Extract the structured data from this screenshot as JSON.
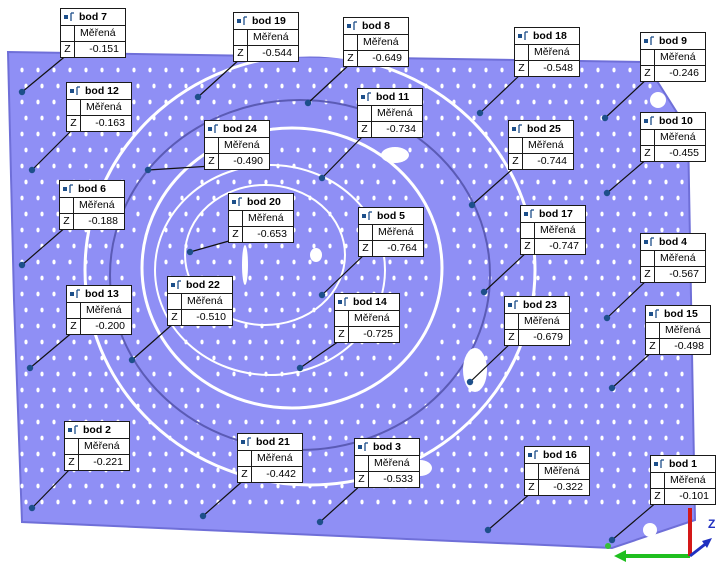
{
  "labels": [
    {
      "name": "bod 7",
      "header": "Měřená",
      "axis": "Z",
      "value": "-0.151"
    },
    {
      "name": "bod 19",
      "header": "Měřená",
      "axis": "Z",
      "value": "-0.544"
    },
    {
      "name": "bod 8",
      "header": "Měřená",
      "axis": "Z",
      "value": "-0.649"
    },
    {
      "name": "bod 18",
      "header": "Měřená",
      "axis": "Z",
      "value": "-0.548"
    },
    {
      "name": "bod 9",
      "header": "Měřená",
      "axis": "Z",
      "value": "-0.246"
    },
    {
      "name": "bod 12",
      "header": "Měřená",
      "axis": "Z",
      "value": "-0.163"
    },
    {
      "name": "bod 11",
      "header": "Měřená",
      "axis": "Z",
      "value": "-0.734"
    },
    {
      "name": "bod 24",
      "header": "Měřená",
      "axis": "Z",
      "value": "-0.490"
    },
    {
      "name": "bod 25",
      "header": "Měřená",
      "axis": "Z",
      "value": "-0.744"
    },
    {
      "name": "bod 10",
      "header": "Měřená",
      "axis": "Z",
      "value": "-0.455"
    },
    {
      "name": "bod 6",
      "header": "Měřená",
      "axis": "Z",
      "value": "-0.188"
    },
    {
      "name": "bod 20",
      "header": "Měřená",
      "axis": "Z",
      "value": "-0.653"
    },
    {
      "name": "bod 5",
      "header": "Měřená",
      "axis": "Z",
      "value": "-0.764"
    },
    {
      "name": "bod 17",
      "header": "Měřená",
      "axis": "Z",
      "value": "-0.747"
    },
    {
      "name": "bod 4",
      "header": "Měřená",
      "axis": "Z",
      "value": "-0.567"
    },
    {
      "name": "bod 22",
      "header": "Měřená",
      "axis": "Z",
      "value": "-0.510"
    },
    {
      "name": "bod 13",
      "header": "Měřená",
      "axis": "Z",
      "value": "-0.200"
    },
    {
      "name": "bod 14",
      "header": "Měřená",
      "axis": "Z",
      "value": "-0.725"
    },
    {
      "name": "bod 23",
      "header": "Měřená",
      "axis": "Z",
      "value": "-0.679"
    },
    {
      "name": "bod 15",
      "header": "Měřená",
      "axis": "Z",
      "value": "-0.498"
    },
    {
      "name": "bod 2",
      "header": "Měřená",
      "axis": "Z",
      "value": "-0.221"
    },
    {
      "name": "bod 21",
      "header": "Měřená",
      "axis": "Z",
      "value": "-0.442"
    },
    {
      "name": "bod 3",
      "header": "Měřená",
      "axis": "Z",
      "value": "-0.533"
    },
    {
      "name": "bod 16",
      "header": "Měřená",
      "axis": "Z",
      "value": "-0.322"
    },
    {
      "name": "bod 1",
      "header": "Měřená",
      "axis": "Z",
      "value": "-0.101"
    }
  ],
  "triad": {
    "x_label": "",
    "y_label": "",
    "z_label": "Z"
  },
  "colors": {
    "surface": "#8f8ff5",
    "surface_edge": "#6f6fd8",
    "pin": "#1d4f8a",
    "x_axis": "#1fbf1f",
    "z_axis": "#d41818"
  }
}
